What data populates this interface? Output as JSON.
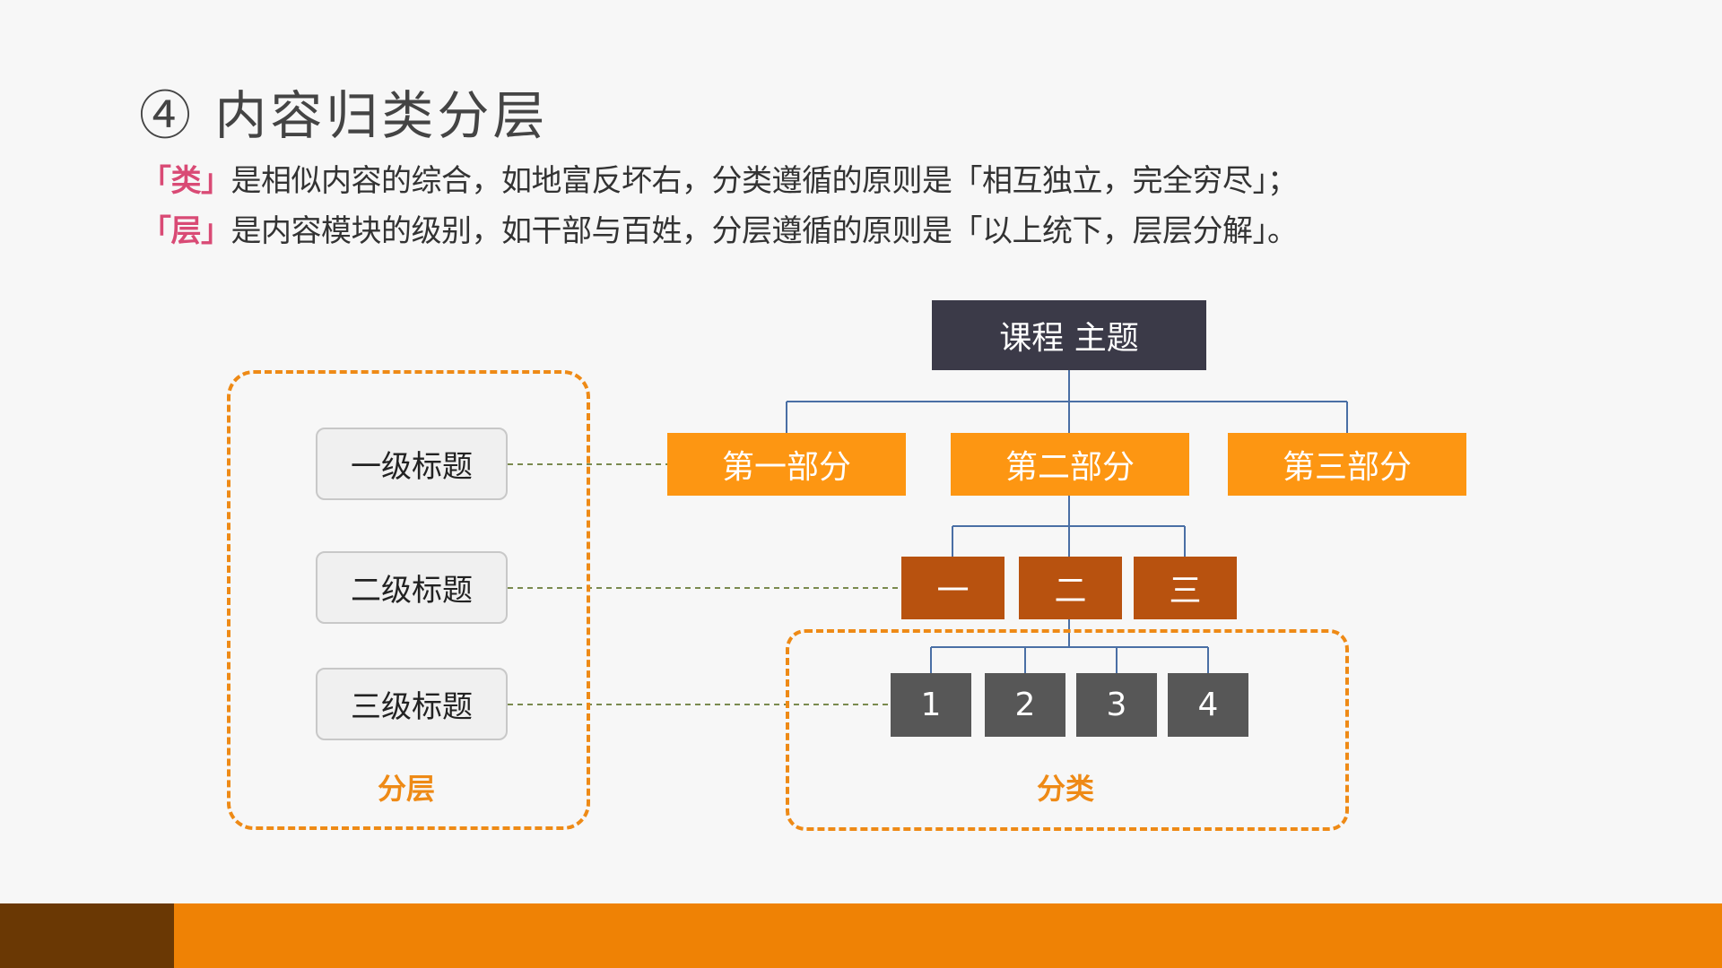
{
  "title": "④ 内容归类分层",
  "desc": {
    "line1_tag": "「类」",
    "line1_text": "是相似内容的综合，如地富反坏右，分类遵循的原则是「相互独立，完全穷尽」；",
    "line2_tag": "「层」",
    "line2_text": "是内容模块的级别，如干部与百姓，分层遵循的原则是「以上统下，层层分解」。"
  },
  "layer_box": {
    "levels": [
      "一级标题",
      "二级标题",
      "三级标题"
    ],
    "label": "分层"
  },
  "category_box": {
    "label": "分类"
  },
  "tree": {
    "root": "课程 主题",
    "parts": [
      "第一部分",
      "第二部分",
      "第三部分"
    ],
    "sections": [
      "一",
      "二",
      "三"
    ],
    "items": [
      "1",
      "2",
      "3",
      "4"
    ]
  },
  "colors": {
    "accent_orange": "#fd9612",
    "dark_orange": "#b8520f",
    "root_navy": "#3b3a48",
    "leaf_gray": "#575757",
    "tag_pink": "#d94a75",
    "dash_orange": "#ee8a16"
  }
}
